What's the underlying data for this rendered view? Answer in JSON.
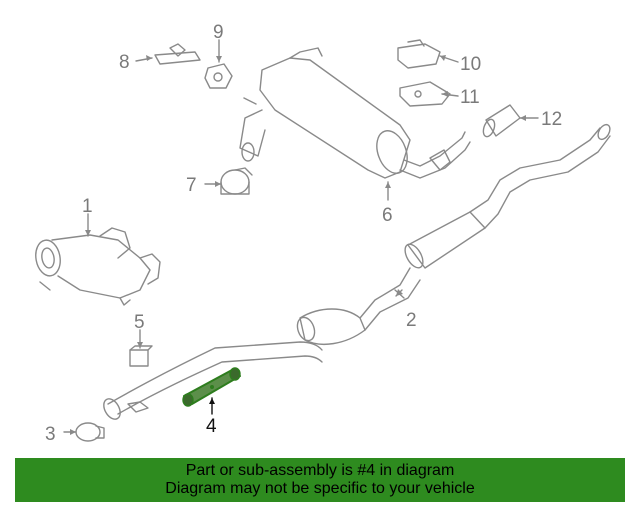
{
  "callouts": {
    "c1": "1",
    "c2": "2",
    "c3": "3",
    "c4": "4",
    "c5": "5",
    "c6": "6",
    "c7": "7",
    "c8": "8",
    "c9": "9",
    "c10": "10",
    "c11": "11",
    "c12": "12"
  },
  "highlighted_part": "4",
  "colors": {
    "line": "#8a8a8a",
    "highlight": "#2e7d1e",
    "banner": "#2e8b1f"
  },
  "banner": {
    "line1": "Part or sub-assembly is #4 in diagram",
    "line2": "Diagram may not be specific to your vehicle"
  }
}
